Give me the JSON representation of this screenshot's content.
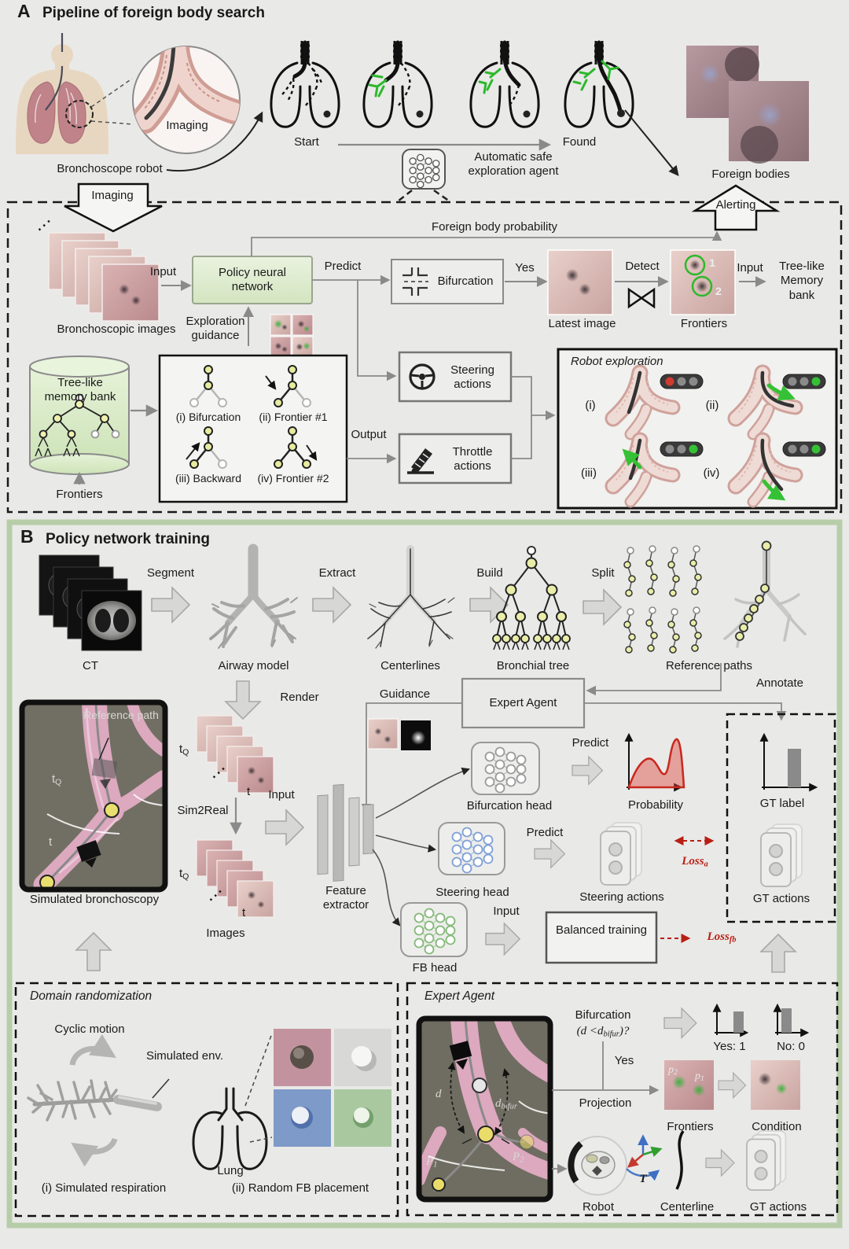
{
  "panelA": {
    "tag": "A",
    "title": "Pipeline of foreign body search",
    "imaging_inset": "Imaging",
    "bronchoscope_robot": "Bronchoscope robot",
    "start": "Start",
    "found": "Found",
    "auto_agent": "Automatic safe exploration agent",
    "foreign_bodies": "Foreign bodies",
    "imaging_flow": "Imaging",
    "alerting": "Alerting",
    "ellipsis": "···",
    "bronchoscopic_images": "Bronchoscopic images",
    "input_images": "Input",
    "policy_network": "Policy neural network",
    "exploration_guidance": "Exploration guidance",
    "predict": "Predict",
    "fb_probability": "Foreign body probability",
    "bifurcation": "Bifurcation",
    "yes": "Yes",
    "latest_image": "Latest image",
    "detect": "Detect",
    "marker1": "1",
    "marker2": "2",
    "frontiers_detected": "Frontiers",
    "input_memory": "Input",
    "memory_bank_lines": "Tree-like Memory bank",
    "memory_cylinder": "Tree-like memory bank",
    "frontiers_store": "Frontiers",
    "options": [
      "(i) Bifurcation",
      "(ii) Frontier #1",
      "(iii) Backward",
      "(iv) Frontier #2"
    ],
    "output": "Output",
    "steering_actions": "Steering actions",
    "throttle_actions": "Throttle actions",
    "robot_exploration": "Robot exploration",
    "re_items": [
      "(i)",
      "(ii)",
      "(iii)",
      "(iv)"
    ]
  },
  "panelB": {
    "tag": "B",
    "title": "Policy network training",
    "ct": "CT",
    "segment": "Segment",
    "airway_model": "Airway model",
    "extract": "Extract",
    "centerlines": "Centerlines",
    "build": "Build",
    "bronchial_tree": "Bronchial tree",
    "split": "Split",
    "reference_paths": "Reference paths",
    "render": "Render",
    "guidance": "Guidance",
    "expert_agent": "Expert Agent",
    "annotate": "Annotate",
    "reference_path": "Reference path",
    "t": "t",
    "q": "Q",
    "sim_bronchoscopy": "Simulated bronchoscopy",
    "sim2real": "Sim2Real",
    "images": "Images",
    "ellipsis": "···",
    "input_feature": "Input",
    "feature_extractor": "Feature extractor",
    "bifurcation_head": "Bifurcation head",
    "predict_bif": "Predict",
    "probability": "Probability",
    "steering_head": "Steering head",
    "predict_steer": "Predict",
    "steering_actions": "Steering actions",
    "loss": "Loss",
    "loss_a_sub": "a",
    "loss_fb_sub": "fb",
    "gt_label": "GT label",
    "gt_actions": "GT actions",
    "fb_head": "FB head",
    "input_balanced": "Input",
    "balanced_training": "Balanced training",
    "domain_randomization": "Domain randomization",
    "cyclic_motion": "Cyclic motion",
    "simulated_env": "Simulated env.",
    "sim_respiration": "(i) Simulated respiration",
    "lung": "Lung",
    "random_fb": "(ii) Random FB placement",
    "expert_agent_title": "Expert Agent",
    "bif_q_line1": "Bifurcation",
    "q_pre": "(d <d",
    "q_sub": "bifur",
    "q_post": ")?",
    "yes": "Yes",
    "yes1": "Yes: 1",
    "no0": "No: 0",
    "projection": "Projection",
    "p": "p",
    "p1_sub": "1",
    "p2_sub": "2",
    "d": "d",
    "dbifur_pre": "d",
    "dbifur_sub": "bifur",
    "P": "P",
    "frontiers": "Frontiers",
    "condition": "Condition",
    "robot": "Robot",
    "T": "T",
    "centerline": "Centerline",
    "gt_actions2": "GT actions"
  }
}
